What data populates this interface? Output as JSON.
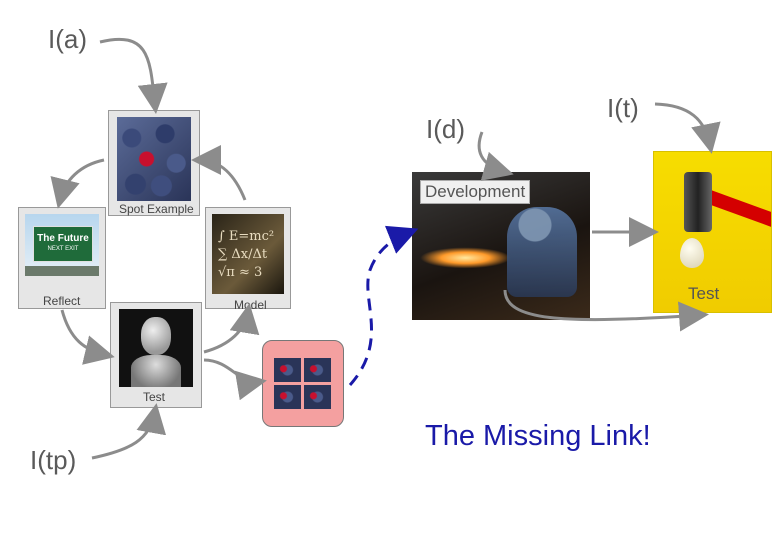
{
  "labels": {
    "ia": "I(a)",
    "id": "I(d)",
    "it": "I(t)",
    "itp": "I(tp)"
  },
  "cycle": {
    "spot_example": "Spot Example",
    "reflect": "Reflect",
    "model": "Model",
    "test": "Test",
    "future_sign_title": "The Future",
    "future_sign_sub": "NEXT EXIT"
  },
  "right": {
    "development": "Development",
    "test": "Test"
  },
  "caption": "The Missing Link!",
  "colors": {
    "arrow_gray": "#8c8c8c",
    "dashed_blue": "#1a1aa8",
    "caption_blue": "#1a1aa8",
    "pink_box": "#f4a0a0",
    "yellow_bg": "#f5d800"
  }
}
